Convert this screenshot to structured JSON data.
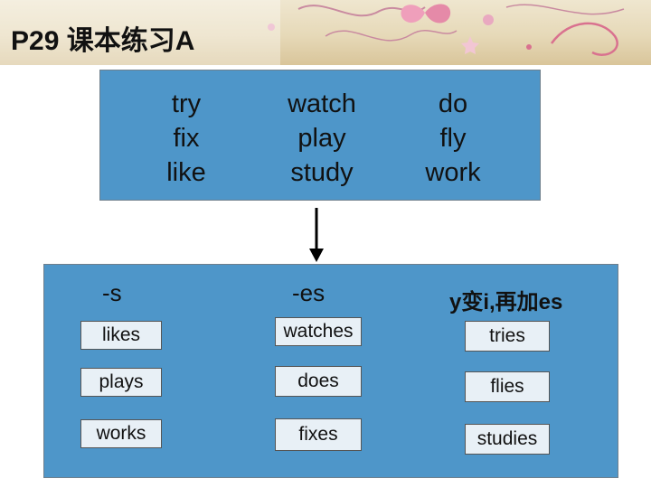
{
  "slide": {
    "title": "P29 课本练习A"
  },
  "words": {
    "col1": [
      "try",
      "fix",
      "like"
    ],
    "col2": [
      "watch",
      "play",
      "study"
    ],
    "col3": [
      "do",
      "fly",
      "work"
    ]
  },
  "table": {
    "headers": [
      "-s",
      "-es",
      "y变i,再加es"
    ],
    "rows": [
      [
        "likes",
        "watches",
        "tries"
      ],
      [
        "plays",
        "does",
        "flies"
      ],
      [
        "works",
        "fixes",
        "studies"
      ]
    ]
  },
  "colors": {
    "box_fill": "#4e96c9",
    "cell_fill": "#e8f0f6",
    "header_band": "#e6d9b8",
    "flourish": "#d9718f"
  },
  "icons": [
    "flourish-decoration-icon",
    "down-arrow-icon"
  ]
}
